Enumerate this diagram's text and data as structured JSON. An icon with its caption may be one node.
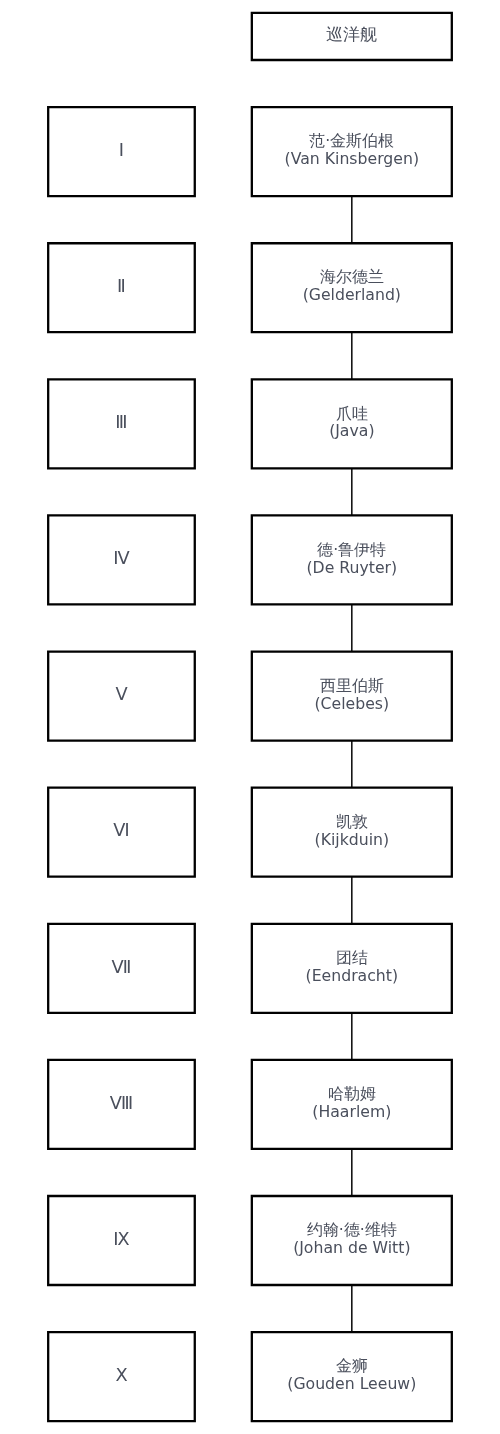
{
  "diagram": {
    "nodes": [
      {
        "text": [
          "巡洋舰"
        ]
      },
      {
        "text": [
          "Ⅰ"
        ]
      },
      {
        "text": [
          "范·金斯伯根",
          "(Van Kinsbergen)"
        ]
      },
      {
        "text": [
          "Ⅱ"
        ]
      },
      {
        "text": [
          "海尔德兰",
          "(Gelderland)"
        ]
      },
      {
        "text": [
          "Ⅲ"
        ]
      },
      {
        "text": [
          "爪哇",
          "(Java)"
        ]
      },
      {
        "text": [
          "Ⅳ"
        ]
      },
      {
        "text": [
          "德·鲁伊特",
          "(De Ruyter)"
        ]
      },
      {
        "text": [
          "Ⅴ"
        ]
      },
      {
        "text": [
          "西里伯斯",
          "(Celebes)"
        ]
      },
      {
        "text": [
          "Ⅵ"
        ]
      },
      {
        "text": [
          "凯敦",
          "(Kijkduin)"
        ]
      },
      {
        "text": [
          "Ⅶ"
        ]
      },
      {
        "text": [
          "团结",
          "(Eendracht)"
        ]
      },
      {
        "text": [
          "Ⅷ"
        ]
      },
      {
        "text": [
          "哈勒姆",
          "(Haarlem)"
        ]
      },
      {
        "text": [
          "Ⅸ"
        ]
      },
      {
        "text": [
          "约翰·德·维特",
          "(Johan de Witt)"
        ]
      },
      {
        "text": [
          "Ⅹ"
        ]
      },
      {
        "text": [
          "金狮",
          "(Gouden Leeuw)"
        ]
      }
    ],
    "edges": [
      {
        "from": 2,
        "to": 4,
        "arrow": "none"
      },
      {
        "from": 4,
        "to": 6,
        "arrow": "none"
      },
      {
        "from": 6,
        "to": 8,
        "arrow": "none"
      },
      {
        "from": 8,
        "to": 10,
        "arrow": "none"
      },
      {
        "from": 10,
        "to": 12,
        "arrow": "none"
      },
      {
        "from": 12,
        "to": 14,
        "arrow": "none"
      },
      {
        "from": 14,
        "to": 16,
        "arrow": "none"
      },
      {
        "from": 16,
        "to": 18,
        "arrow": "none"
      },
      {
        "from": 18,
        "to": 20,
        "arrow": "none"
      }
    ]
  }
}
